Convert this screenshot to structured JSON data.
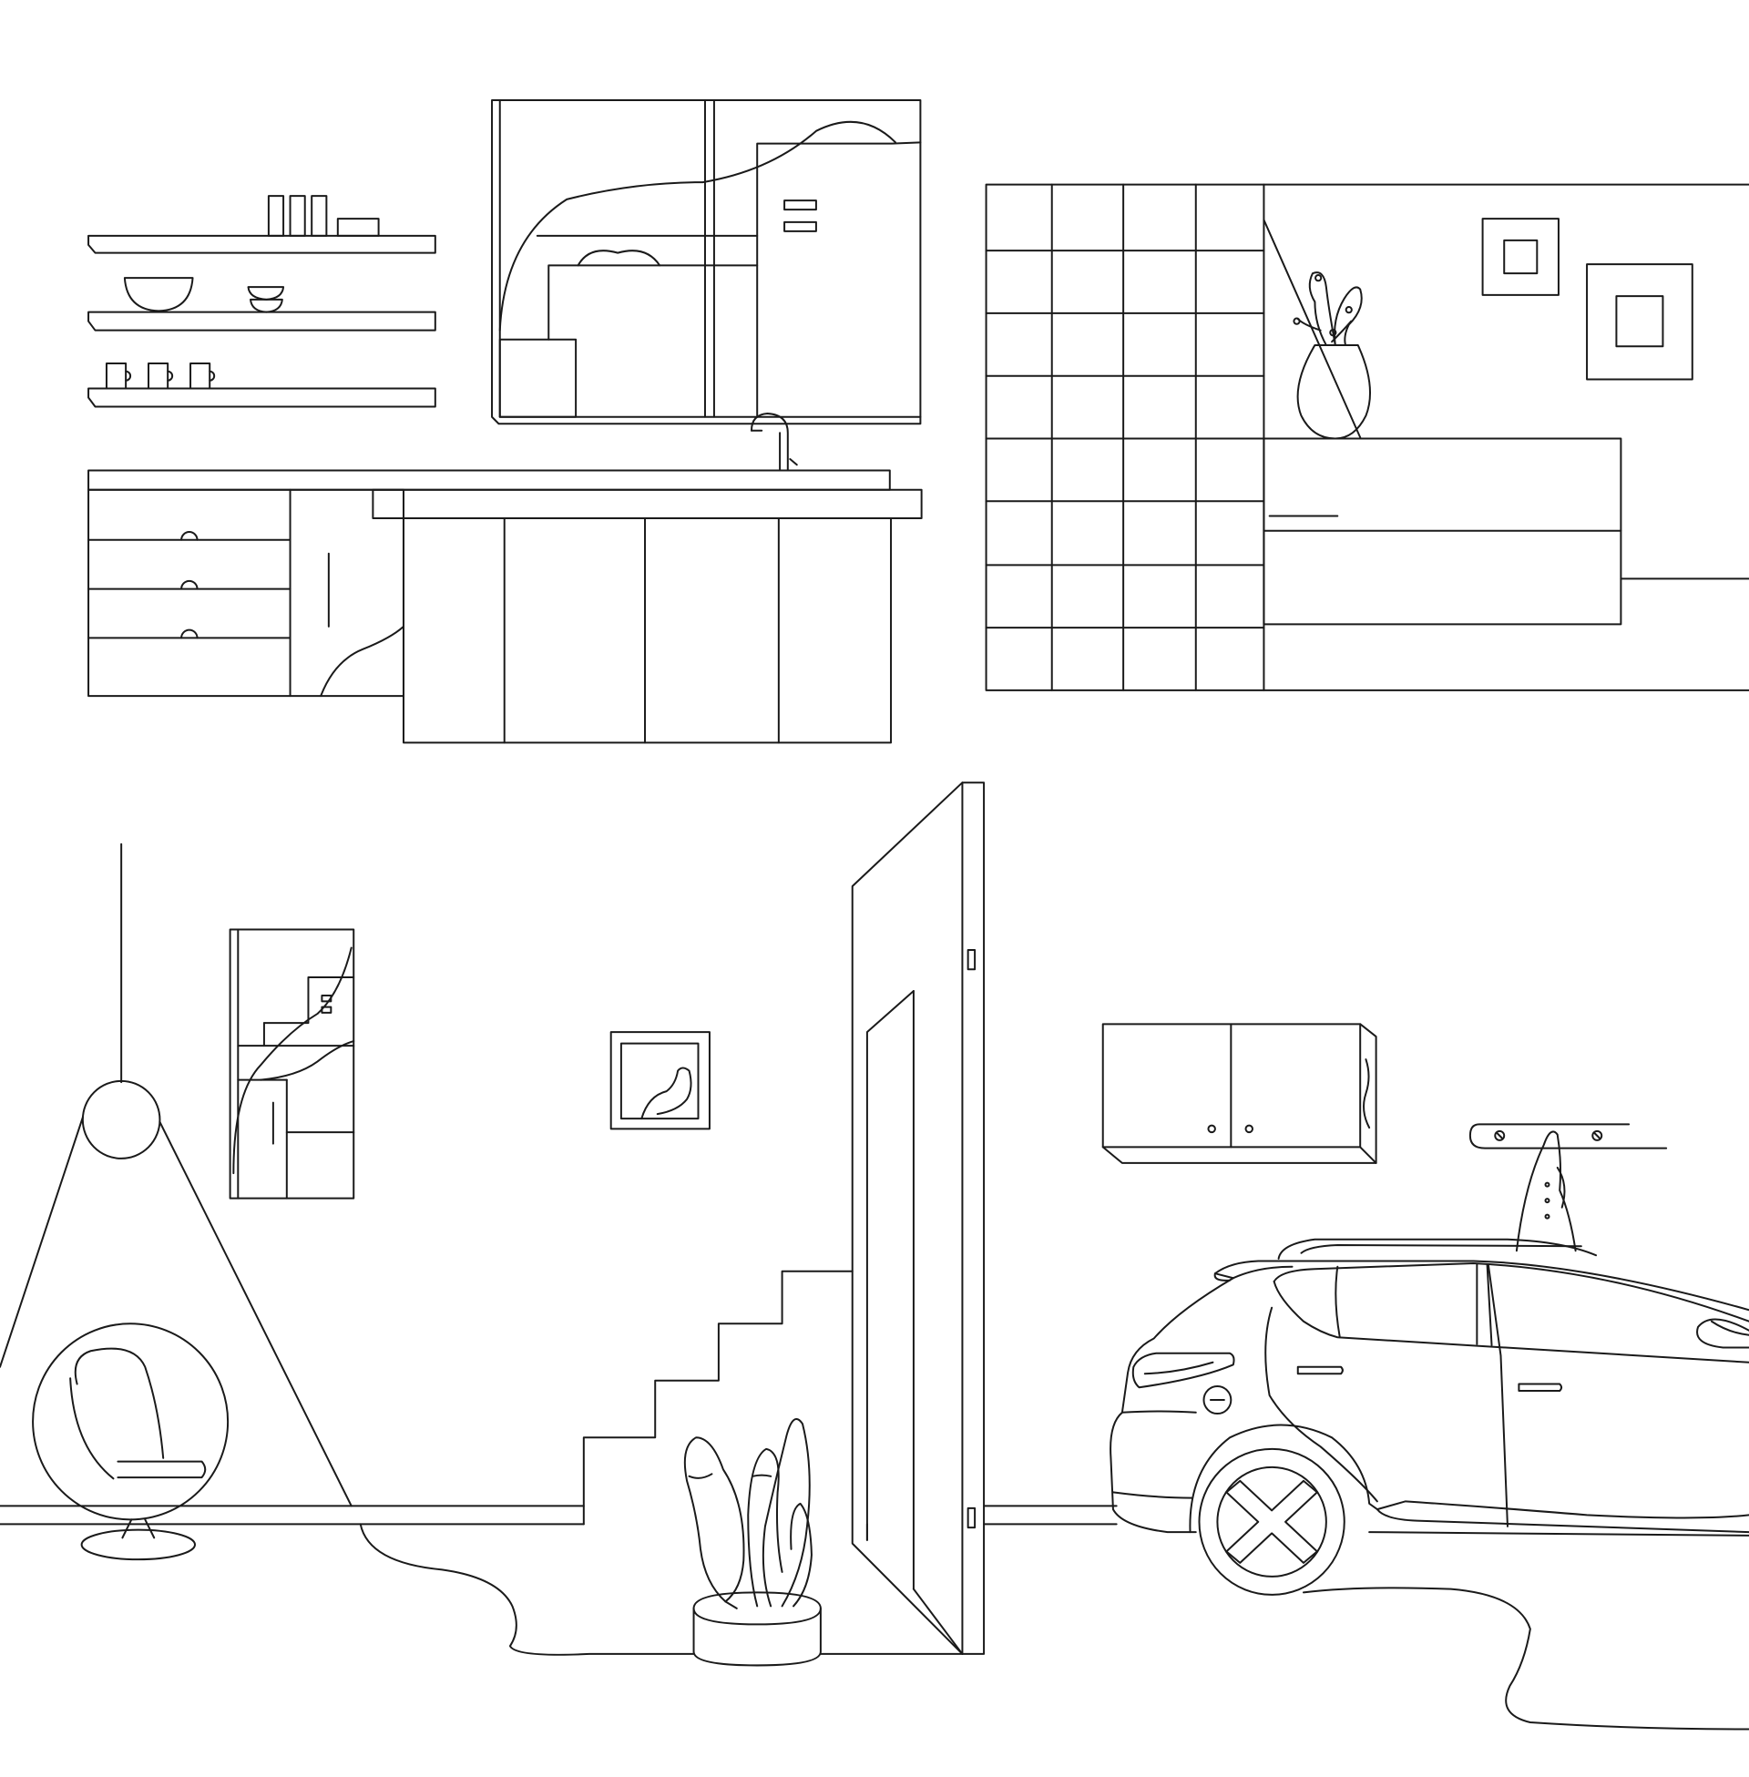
{
  "illustration": {
    "style": "black line art on white",
    "stroke_color": "#1a1a1a",
    "background_color": "#ffffff",
    "scenes": [
      {
        "id": "kitchen",
        "elements": [
          "wall-shelves",
          "cups",
          "bowls",
          "jars",
          "kitchen-window",
          "faucet",
          "sink-counter",
          "drawer-cabinet",
          "kitchen-island"
        ]
      },
      {
        "id": "living-room",
        "elements": [
          "tile-wall",
          "vase-with-branches",
          "wall-frames",
          "console-cabinet"
        ]
      },
      {
        "id": "hallway",
        "elements": [
          "pendant-lamp",
          "egg-chair",
          "small-window",
          "wall-picture",
          "staircase",
          "open-door",
          "potted-plant",
          "power-cable"
        ]
      },
      {
        "id": "garage",
        "elements": [
          "wall-cabinet",
          "tool-rail",
          "surfboard",
          "electric-car",
          "charging-cable"
        ]
      }
    ]
  }
}
